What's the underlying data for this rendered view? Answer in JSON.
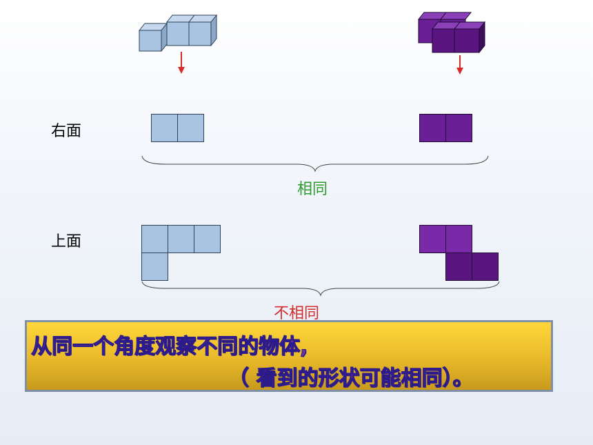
{
  "labels": {
    "right_view": "右面",
    "top_view": "上面",
    "same": "相同",
    "different": "不相同"
  },
  "conclusion": {
    "line1": "从同一个角度观察不同的物体,",
    "line2": "（  看到的形状可能相同）。"
  },
  "colors": {
    "blue": "#a9c4e2",
    "purple": "#6a1f96",
    "same_text": "#2e9a2e",
    "different_text": "#d62b2b",
    "arrow": "#d62b2b"
  }
}
